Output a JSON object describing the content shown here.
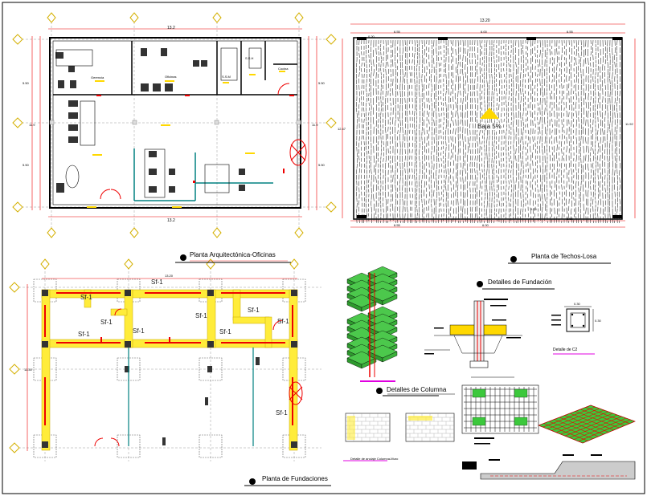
{
  "sheet": {
    "architectural_plan": {
      "title": "Planta Arquitectónica-Oficinas",
      "dim_top": "13.2",
      "dim_bottom": "13.2",
      "dim_left_upper": "5.50",
      "dim_left_lower": "5.50",
      "dim_left_total": "11.9",
      "dim_right_total": "11.9",
      "dim_right_upper": "5.50",
      "dim_right_lower": "5.50",
      "rooms": [
        "Gerencia",
        "Oficinas",
        "S.S.M",
        "S.S.H",
        "Cocina"
      ]
    },
    "roof_plan": {
      "title": "Planta de Techos-Losa",
      "dim_total": "13.20",
      "dim_left": "6.55",
      "dim_mid": "6.00",
      "dim_right": "6.55",
      "dim_small": "0.20",
      "dim_left_height": "12.47",
      "dim_right_height": "11.92",
      "dim_bottom_left": "6.55",
      "dim_bottom_mid": "6.00",
      "dim_bottom_right": "6.55",
      "dim_bottom_small": "0.74",
      "slope_label": "Baja 5%"
    },
    "foundation_plan": {
      "title": "Planta de Fundaciones",
      "dim_top": "13.20",
      "dim_left": "11.30",
      "labels": [
        "Sf-1",
        "Sf-1",
        "Sf-1",
        "Sf-1",
        "Sf-1",
        "Sf-1",
        "Sf-1",
        "Sf-1",
        "Sf-1",
        "Sf-1"
      ]
    },
    "details": {
      "foundation_title": "Detalles de Fundación",
      "column_title": "Detalles de Columna",
      "c2_title": "Detalle de C2",
      "c2_dim_w": "0.30",
      "c2_dim_h": "0.30",
      "wall_detail": "Detalle de anclaje Columna-Muro"
    },
    "colors": {
      "line": "#000000",
      "wall_yellow": "#ffff00",
      "red": "#ff0000",
      "green": "#00aa00",
      "magenta": "#ff00ff",
      "teal": "#008080",
      "blue": "#0000ff",
      "grid_circle": "#ffe000"
    }
  }
}
